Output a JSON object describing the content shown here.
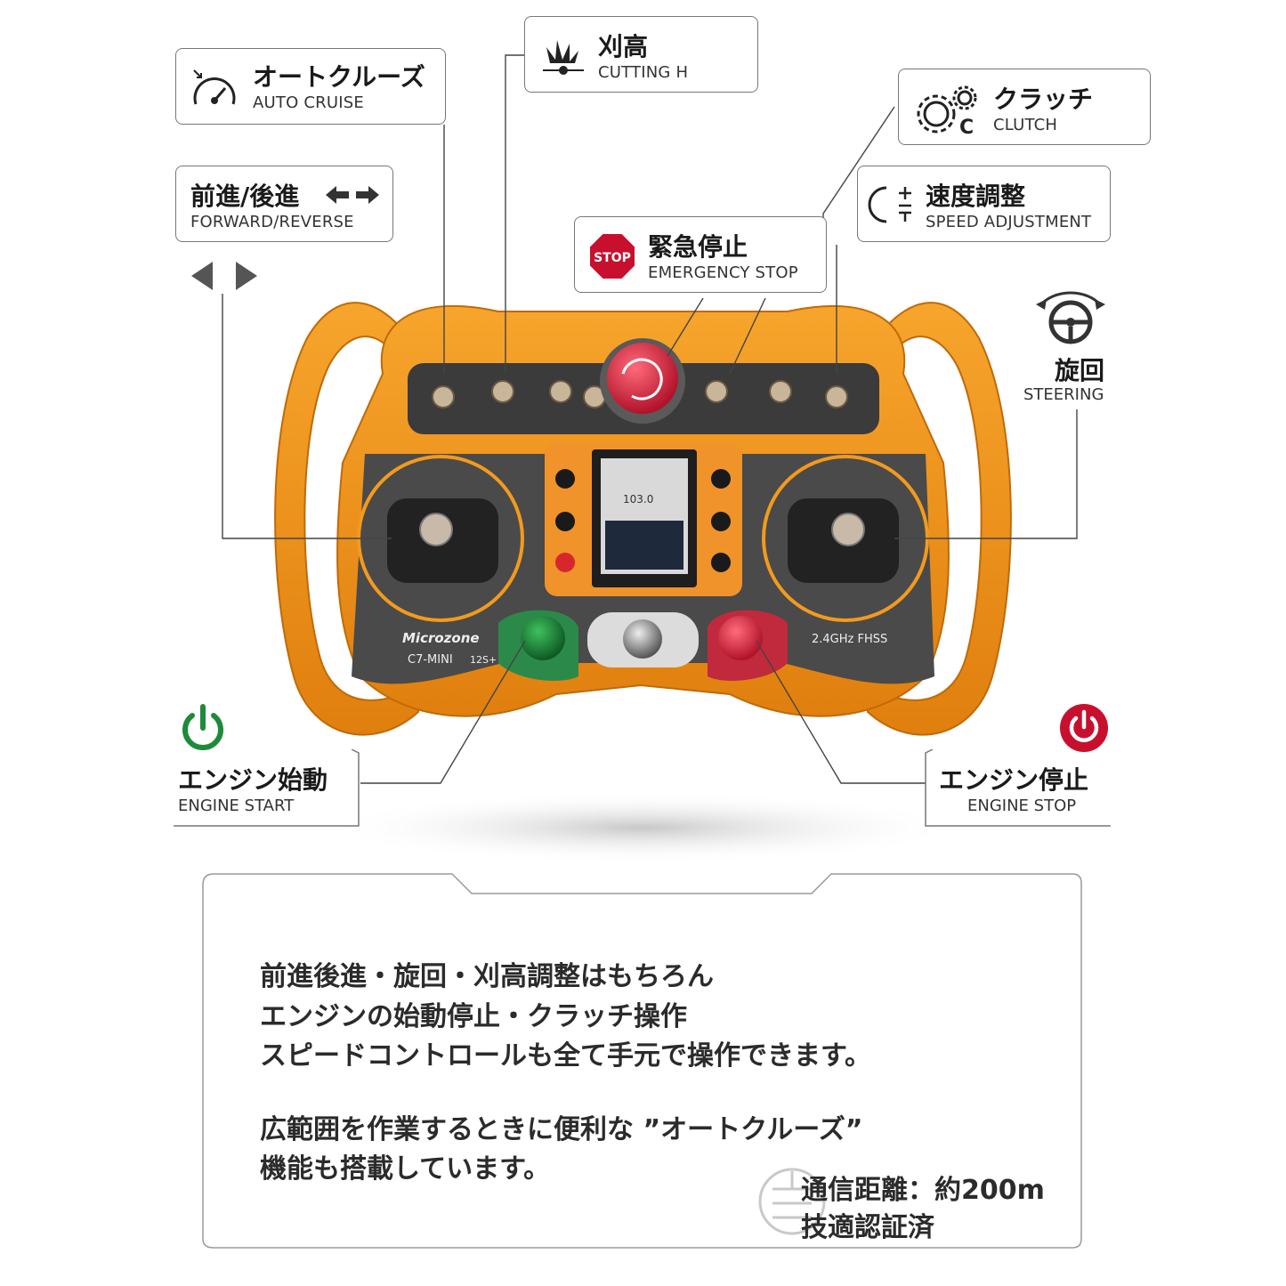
{
  "labels": {
    "auto_cruise": {
      "jp": "オートクルーズ",
      "en": "AUTO CRUISE",
      "icon": "speedometer-icon"
    },
    "cutting_height": {
      "jp": "刈高",
      "en": "CUTTING H",
      "icon": "grass-icon"
    },
    "clutch": {
      "jp": "クラッチ",
      "en": "CLUTCH",
      "icon": "gears-icon"
    },
    "forward_reverse": {
      "jp": "前進/後進",
      "en": "FORWARD/REVERSE",
      "icon": "double-arrow-icon"
    },
    "speed_adjustment": {
      "jp": "速度調整",
      "en": "SPEED ADJUSTMENT",
      "icon": "plus-minus-icon"
    },
    "emergency_stop": {
      "jp": "緊急停止",
      "en": "EMERGENCY STOP",
      "icon": "stop-sign-icon",
      "badge": "STOP"
    },
    "steering": {
      "jp": "旋回",
      "en": "STEERING",
      "icon": "steering-wheel-icon"
    },
    "engine_start": {
      "jp": "エンジン始動",
      "en": "ENGINE START",
      "icon": "power-icon",
      "color": "#1f8a3a"
    },
    "engine_stop": {
      "jp": "エンジン停止",
      "en": "ENGINE STOP",
      "icon": "power-icon",
      "color": "#c8102e"
    }
  },
  "device": {
    "brand": "Microzone",
    "model": "C7-MINI",
    "model_badge": "12S+",
    "frequency": "2.4GHz FHSS",
    "screen_value": "103.0",
    "accent": "#f39a1e",
    "panel": "#4a4a4a"
  },
  "description": {
    "lines": [
      "前進後進・旋回・刈高調整はもちろん",
      "エンジンの始動停止・クラッチ操作",
      "スピードコントロールも全て手元で操作できます。",
      "広範囲を作業するときに便利な ”オートクルーズ”",
      "機能も搭載しています。"
    ],
    "range": "通信距離：約200m",
    "certification": "技適認証済"
  }
}
